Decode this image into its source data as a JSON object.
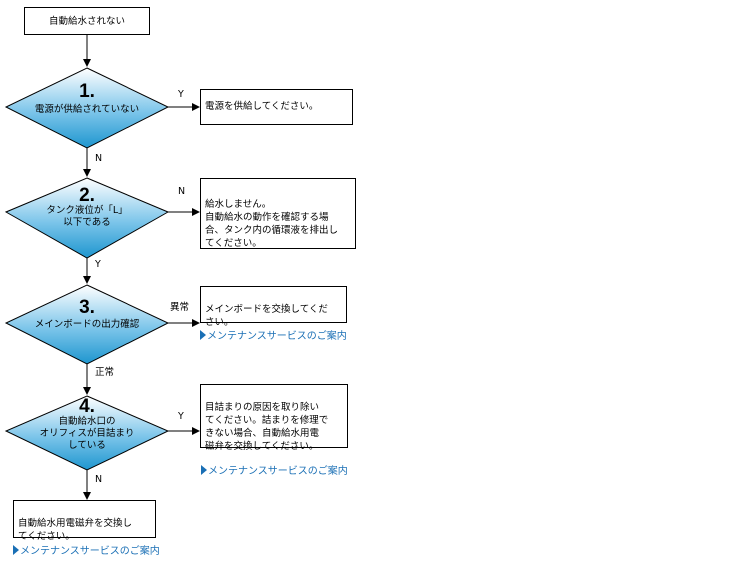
{
  "start": "自動給水されない",
  "steps": [
    {
      "num": "1.",
      "label": "電源が供給されていない"
    },
    {
      "num": "2.",
      "label": "タンク液位が「L」\n以下である"
    },
    {
      "num": "3.",
      "label": "メインボードの出力確認"
    },
    {
      "num": "4.",
      "label": "自動給水口の\nオリフィスが目詰まり\nしている"
    }
  ],
  "edges": {
    "e1_right": "Y",
    "e1_down": "N",
    "e2_right": "N",
    "e2_down": "Y",
    "e3_right": "異常",
    "e3_down": "正常",
    "e4_right": "Y",
    "e4_down": "N"
  },
  "results": {
    "r1": "電源を供給してください。",
    "r2": "給水しません。\n自動給水の動作を確認する場\n合、タンク内の循環液を排出し\nてください。",
    "r3": "メインボードを交換してくだ\nさい。",
    "r4": "目詰まりの原因を取り除い\nてください。詰まりを修理で\nきない場合、自動給水用電\n磁弁を交換してください。",
    "r5": "自動給水用電磁弁を交換し\nてください。"
  },
  "links": {
    "link3": "メンテナンスサービスのご案内",
    "link4": "メンテナンスサービスのご案内",
    "link5": "メンテナンスサービスのご案内"
  },
  "colors": {
    "diamond_light": "#ffffff",
    "diamond_dark": "#1e96cf",
    "link": "#1a6fb5"
  },
  "icons": {
    "link_marker": "right-triangle-icon"
  }
}
